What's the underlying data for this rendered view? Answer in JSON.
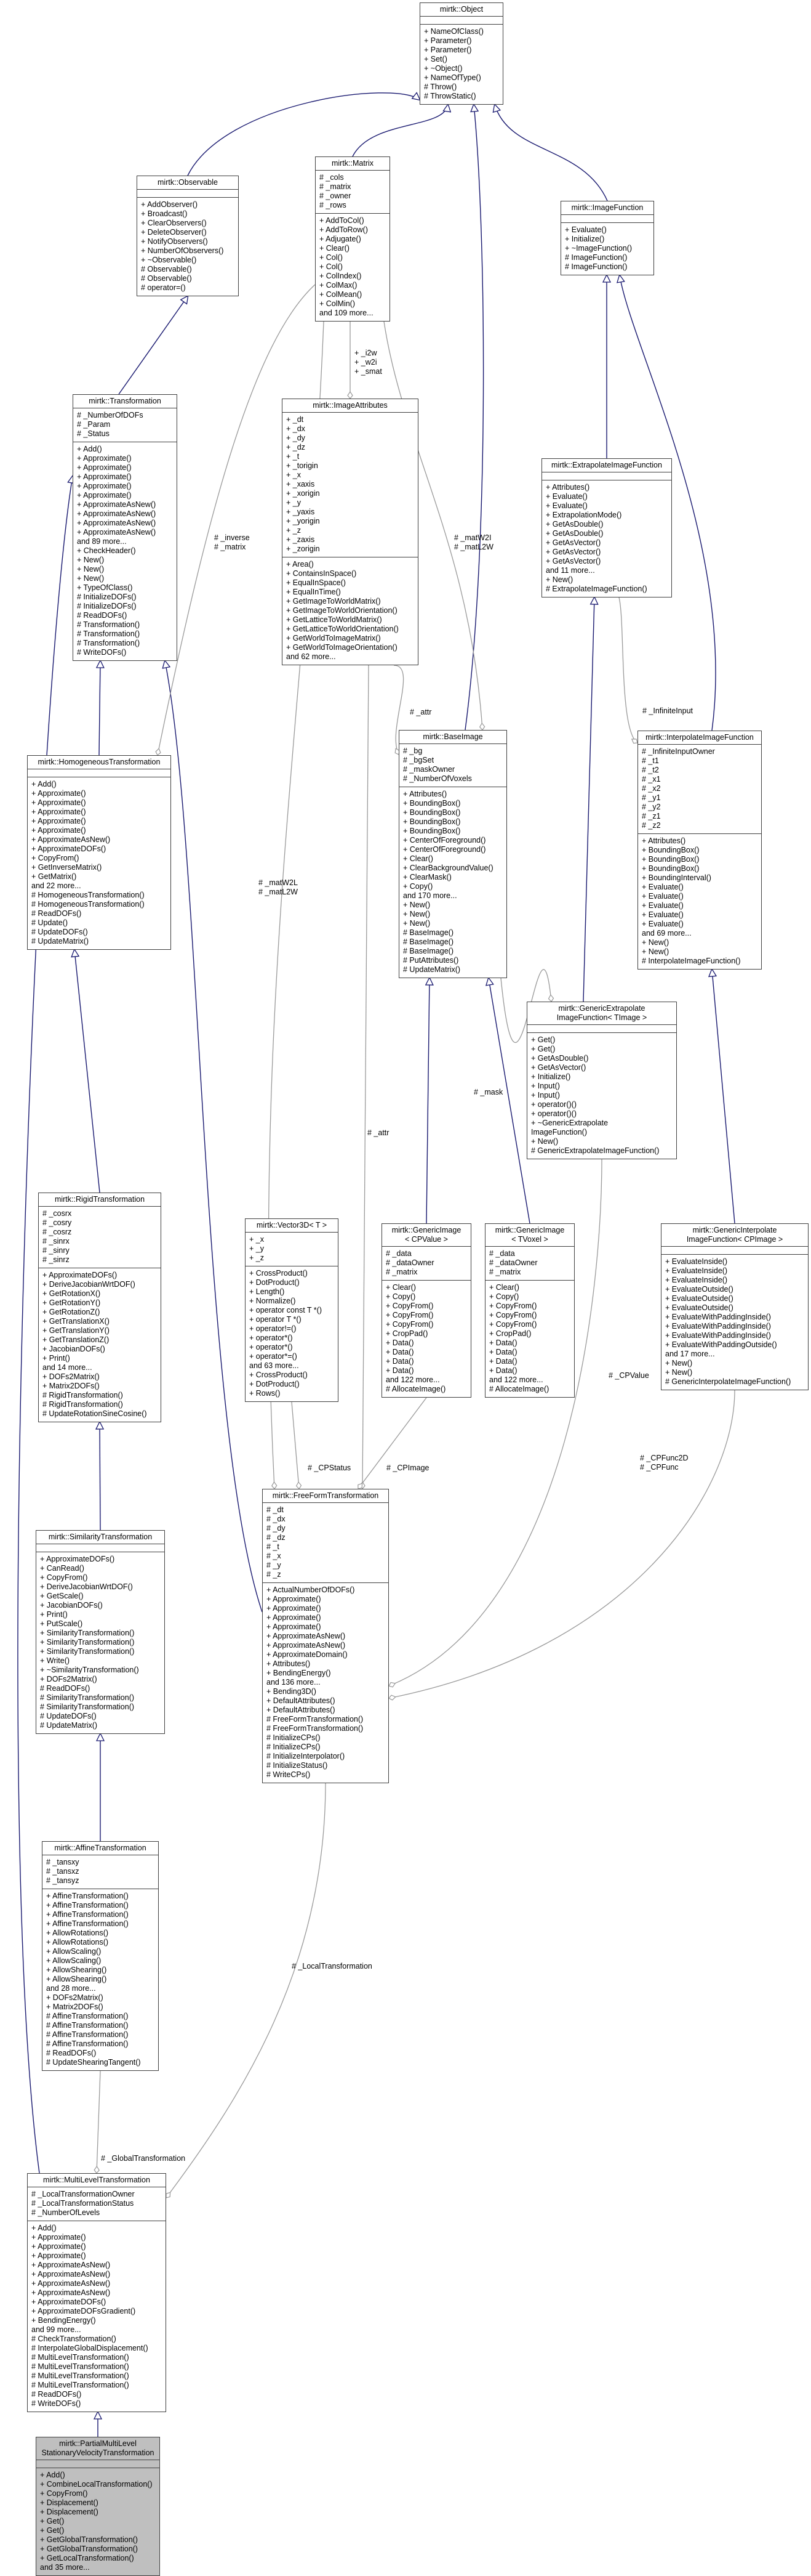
{
  "colors": {
    "edge_inherit": "#191970",
    "edge_usage": "#9a9a9a",
    "box_border": "#404040",
    "focus_fill": "#bfbfbf"
  },
  "classes": {
    "object": {
      "title": "mirtk::Object",
      "attrs": [],
      "methods": [
        "+ NameOfClass()",
        "+ Parameter()",
        "+ Parameter()",
        "+ Set()",
        "+ ~Object()",
        "+ NameOfType()",
        "# Throw()",
        "# ThrowStatic()"
      ]
    },
    "observable": {
      "title": "mirtk::Observable",
      "attrs": [],
      "methods": [
        "+ AddObserver()",
        "+ Broadcast()",
        "+ ClearObservers()",
        "+ DeleteObserver()",
        "+ NotifyObservers()",
        "+ NumberOfObservers()",
        "+ ~Observable()",
        "# Observable()",
        "# Observable()",
        "# operator=()"
      ]
    },
    "matrix": {
      "title": "mirtk::Matrix",
      "attrs": [
        "# _cols",
        "# _matrix",
        "# _owner",
        "# _rows"
      ],
      "methods": [
        "+ AddToCol()",
        "+ AddToRow()",
        "+ Adjugate()",
        "+ Clear()",
        "+ Col()",
        "+ Col()",
        "+ ColIndex()",
        "+ ColMax()",
        "+ ColMean()",
        "+ ColMin()",
        "and 109 more..."
      ]
    },
    "imagefunction": {
      "title": "mirtk::ImageFunction",
      "attrs": [],
      "methods": [
        "+ Evaluate()",
        "+ Initialize()",
        "+ ~ImageFunction()",
        "# ImageFunction()",
        "# ImageFunction()"
      ]
    },
    "transformation": {
      "title": "mirtk::Transformation",
      "attrs": [
        "# _NumberOfDOFs",
        "# _Param",
        "# _Status"
      ],
      "methods": [
        "+ Add()",
        "+ Approximate()",
        "+ Approximate()",
        "+ Approximate()",
        "+ Approximate()",
        "+ Approximate()",
        "+ ApproximateAsNew()",
        "+ ApproximateAsNew()",
        "+ ApproximateAsNew()",
        "+ ApproximateAsNew()",
        "and 89 more...",
        "+ CheckHeader()",
        "+ New()",
        "+ New()",
        "+ New()",
        "+ TypeOfClass()",
        "# InitializeDOFs()",
        "# InitializeDOFs()",
        "# ReadDOFs()",
        "# Transformation()",
        "# Transformation()",
        "# Transformation()",
        "# WriteDOFs()"
      ]
    },
    "imageattributes": {
      "title": "mirtk::ImageAttributes",
      "attrs": [
        "+ _dt",
        "+ _dx",
        "+ _dy",
        "+ _dz",
        "+ _t",
        "+ _torigin",
        "+ _x",
        "+ _xaxis",
        "+ _xorigin",
        "+ _y",
        "+ _yaxis",
        "+ _yorigin",
        "+ _z",
        "+ _zaxis",
        "+ _zorigin"
      ],
      "methods": [
        "+ Area()",
        "+ ContainsInSpace()",
        "+ EqualInSpace()",
        "+ EqualInTime()",
        "+ GetImageToWorldMatrix()",
        "+ GetImageToWorldOrientation()",
        "+ GetLatticeToWorldMatrix()",
        "+ GetLatticeToWorldOrientation()",
        "+ GetWorldToImageMatrix()",
        "+ GetWorldToImageOrientation()",
        "and 62 more..."
      ]
    },
    "extrapolate": {
      "title": "mirtk::ExtrapolateImageFunction",
      "attrs": [],
      "methods": [
        "+ Attributes()",
        "+ Evaluate()",
        "+ Evaluate()",
        "+ ExtrapolationMode()",
        "+ GetAsDouble()",
        "+ GetAsDouble()",
        "+ GetAsVector()",
        "+ GetAsVector()",
        "+ GetAsVector()",
        "and 11 more...",
        "+ New()",
        "# ExtrapolateImageFunction()"
      ]
    },
    "homogeneous": {
      "title": "mirtk::HomogeneousTransformation",
      "attrs": [],
      "methods": [
        "+ Add()",
        "+ Approximate()",
        "+ Approximate()",
        "+ Approximate()",
        "+ Approximate()",
        "+ Approximate()",
        "+ ApproximateAsNew()",
        "+ ApproximateDOFs()",
        "+ CopyFrom()",
        "+ GetInverseMatrix()",
        "+ GetMatrix()",
        "and 22 more...",
        "# HomogeneousTransformation()",
        "# HomogeneousTransformation()",
        "# ReadDOFs()",
        "# Update()",
        "# UpdateDOFs()",
        "# UpdateMatrix()"
      ]
    },
    "baseimage": {
      "title": "mirtk::BaseImage",
      "attrs": [
        "# _bg",
        "# _bgSet",
        "# _maskOwner",
        "# _NumberOfVoxels"
      ],
      "methods": [
        "+ Attributes()",
        "+ BoundingBox()",
        "+ BoundingBox()",
        "+ BoundingBox()",
        "+ BoundingBox()",
        "+ CenterOfForeground()",
        "+ CenterOfForeground()",
        "+ Clear()",
        "+ ClearBackgroundValue()",
        "+ ClearMask()",
        "+ Copy()",
        "and 170 more...",
        "+ New()",
        "+ New()",
        "+ New()",
        "# BaseImage()",
        "# BaseImage()",
        "# BaseImage()",
        "# PutAttributes()",
        "# UpdateMatrix()"
      ]
    },
    "interpolate": {
      "title": "mirtk::InterpolateImageFunction",
      "attrs": [
        "# _InfiniteInputOwner",
        "# _t1",
        "# _t2",
        "# _x1",
        "# _x2",
        "# _y1",
        "# _y2",
        "# _z1",
        "# _z2"
      ],
      "methods": [
        "+ Attributes()",
        "+ BoundingBox()",
        "+ BoundingBox()",
        "+ BoundingBox()",
        "+ BoundingInterval()",
        "+ Evaluate()",
        "+ Evaluate()",
        "+ Evaluate()",
        "+ Evaluate()",
        "+ Evaluate()",
        "and 69 more...",
        "+ New()",
        "+ New()",
        "# InterpolateImageFunction()"
      ]
    },
    "genericextrapolate": {
      "title": "mirtk::GenericExtrapolate\nImageFunction< TImage >",
      "attrs": [],
      "methods": [
        "+ Get()",
        "+ Get()",
        "+ GetAsDouble()",
        "+ GetAsVector()",
        "+ Initialize()",
        "+ Input()",
        "+ Input()",
        "+ operator()()",
        "+ operator()()",
        "+ ~GenericExtrapolate\nImageFunction()",
        "+ New()",
        "# GenericExtrapolateImageFunction()"
      ]
    },
    "rigid": {
      "title": "mirtk::RigidTransformation",
      "attrs": [
        "# _cosrx",
        "# _cosry",
        "# _cosrz",
        "# _sinrx",
        "# _sinry",
        "# _sinrz"
      ],
      "methods": [
        "+ ApproximateDOFs()",
        "+ DeriveJacobianWrtDOF()",
        "+ GetRotationX()",
        "+ GetRotationY()",
        "+ GetRotationZ()",
        "+ GetTranslationX()",
        "+ GetTranslationY()",
        "+ GetTranslationZ()",
        "+ JacobianDOFs()",
        "+ Print()",
        "and 14 more...",
        "+ DOFs2Matrix()",
        "+ Matrix2DOFs()",
        "# RigidTransformation()",
        "# RigidTransformation()",
        "# UpdateRotationSineCosine()"
      ]
    },
    "vector3d": {
      "title": "mirtk::Vector3D< T >",
      "attrs": [
        "+ _x",
        "+ _y",
        "+ _z"
      ],
      "methods": [
        "+ CrossProduct()",
        "+ DotProduct()",
        "+ Length()",
        "+ Normalize()",
        "+ operator const T *()",
        "+ operator T *()",
        "+ operator!=()",
        "+ operator*()",
        "+ operator*()",
        "+ operator*=()",
        "and 63 more...",
        "+ CrossProduct()",
        "+ DotProduct()",
        "+ Rows()"
      ]
    },
    "genericimagecp": {
      "title": "mirtk::GenericImage\n< CPValue >",
      "attrs": [
        "# _data",
        "# _dataOwner",
        "# _matrix"
      ],
      "methods": [
        "+ Clear()",
        "+ Copy()",
        "+ CopyFrom()",
        "+ CopyFrom()",
        "+ CopyFrom()",
        "+ CropPad()",
        "+ Data()",
        "+ Data()",
        "+ Data()",
        "+ Data()",
        "and 122 more...",
        "# AllocateImage()"
      ]
    },
    "genericimagetv": {
      "title": "mirtk::GenericImage\n< TVoxel >",
      "attrs": [
        "# _data",
        "# _dataOwner",
        "# _matrix"
      ],
      "methods": [
        "+ Clear()",
        "+ Copy()",
        "+ CopyFrom()",
        "+ CopyFrom()",
        "+ CopyFrom()",
        "+ CropPad()",
        "+ Data()",
        "+ Data()",
        "+ Data()",
        "+ Data()",
        "and 122 more...",
        "# AllocateImage()"
      ]
    },
    "genericinterpolate": {
      "title": "mirtk::GenericInterpolate\nImageFunction< CPImage >",
      "attrs": [],
      "methods": [
        "+ EvaluateInside()",
        "+ EvaluateInside()",
        "+ EvaluateInside()",
        "+ EvaluateOutside()",
        "+ EvaluateOutside()",
        "+ EvaluateOutside()",
        "+ EvaluateWithPaddingInside()",
        "+ EvaluateWithPaddingInside()",
        "+ EvaluateWithPaddingInside()",
        "+ EvaluateWithPaddingOutside()",
        "and 17 more...",
        "+ New()",
        "+ New()",
        "# GenericInterpolateImageFunction()"
      ]
    },
    "similarity": {
      "title": "mirtk::SimilarityTransformation",
      "attrs": [],
      "methods": [
        "+ ApproximateDOFs()",
        "+ CanRead()",
        "+ CopyFrom()",
        "+ DeriveJacobianWrtDOF()",
        "+ GetScale()",
        "+ JacobianDOFs()",
        "+ Print()",
        "+ PutScale()",
        "+ SimilarityTransformation()",
        "+ SimilarityTransformation()",
        "+ SimilarityTransformation()",
        "+ Write()",
        "+ ~SimilarityTransformation()",
        "+ DOFs2Matrix()",
        "# ReadDOFs()",
        "# SimilarityTransformation()",
        "# SimilarityTransformation()",
        "# UpdateDOFs()",
        "# UpdateMatrix()"
      ]
    },
    "ffd": {
      "title": "mirtk::FreeFormTransformation",
      "attrs": [
        "# _dt",
        "# _dx",
        "# _dy",
        "# _dz",
        "# _t",
        "# _x",
        "# _y",
        "# _z"
      ],
      "methods": [
        "+ ActualNumberOfDOFs()",
        "+ Approximate()",
        "+ Approximate()",
        "+ Approximate()",
        "+ Approximate()",
        "+ ApproximateAsNew()",
        "+ ApproximateAsNew()",
        "+ ApproximateDomain()",
        "+ Attributes()",
        "+ BendingEnergy()",
        "and 136 more...",
        "+ Bending3D()",
        "+ DefaultAttributes()",
        "+ DefaultAttributes()",
        "# FreeFormTransformation()",
        "# FreeFormTransformation()",
        "# InitializeCPs()",
        "# InitializeCPs()",
        "# InitializeInterpolator()",
        "# InitializeStatus()",
        "# WriteCPs()"
      ]
    },
    "affine": {
      "title": "mirtk::AffineTransformation",
      "attrs": [
        "# _tansxy",
        "# _tansxz",
        "# _tansyz"
      ],
      "methods": [
        "+ AffineTransformation()",
        "+ AffineTransformation()",
        "+ AffineTransformation()",
        "+ AffineTransformation()",
        "+ AllowRotations()",
        "+ AllowRotations()",
        "+ AllowScaling()",
        "+ AllowScaling()",
        "+ AllowShearing()",
        "+ AllowShearing()",
        "and 28 more...",
        "+ DOFs2Matrix()",
        "+ Matrix2DOFs()",
        "# AffineTransformation()",
        "# AffineTransformation()",
        "# AffineTransformation()",
        "# AffineTransformation()",
        "# ReadDOFs()",
        "# UpdateShearingTangent()"
      ]
    },
    "multilevel": {
      "title": "mirtk::MultiLevelTransformation",
      "attrs": [
        "# _LocalTransformationOwner",
        "# _LocalTransformationStatus",
        "# _NumberOfLevels"
      ],
      "methods": [
        "+ Add()",
        "+ Approximate()",
        "+ Approximate()",
        "+ Approximate()",
        "+ ApproximateAsNew()",
        "+ ApproximateAsNew()",
        "+ ApproximateAsNew()",
        "+ ApproximateAsNew()",
        "+ ApproximateDOFs()",
        "+ ApproximateDOFsGradient()",
        "+ BendingEnergy()",
        "and 99 more...",
        "# CheckTransformation()",
        "# InterpolateGlobalDisplacement()",
        "# MultiLevelTransformation()",
        "# MultiLevelTransformation()",
        "# MultiLevelTransformation()",
        "# MultiLevelTransformation()",
        "# ReadDOFs()",
        "# WriteDOFs()"
      ]
    },
    "partial": {
      "title": "mirtk::PartialMultiLevel\nStationaryVelocityTransformation",
      "attrs": [],
      "methods": [
        "+ Add()",
        "+ CombineLocalTransformation()",
        "+ CopyFrom()",
        "+ Displacement()",
        "+ Displacement()",
        "+ Get()",
        "+ Get()",
        "+ GetGlobalTransformation()",
        "+ GetGlobalTransformation()",
        "+ GetLocalTransformation()",
        "and 35 more..."
      ]
    }
  },
  "edge_labels": {
    "inverse_matrix": "# _inverse\n# _matrix",
    "i2w_w2i_smat": "+ _i2w\n+ _w2i\n+ _smat",
    "matw2i_matl2w_right": "# _matW2I\n# _matL2W",
    "matw2l_matl2w_left": "# _matW2L\n# _matL2W",
    "attr_baseimage": "# _attr",
    "attr_ffd": "# _attr",
    "infinite_input": "# _InfiniteInput",
    "mask": "# _mask",
    "cpvalue": "# _CPValue",
    "cpstatus": "# _CPStatus",
    "cpimage": "# _CPImage",
    "cpfunc": "# _CPFunc2D\n# _CPFunc",
    "local_transformation": "# _LocalTransformation",
    "global_transformation": "# _GlobalTransformation"
  }
}
